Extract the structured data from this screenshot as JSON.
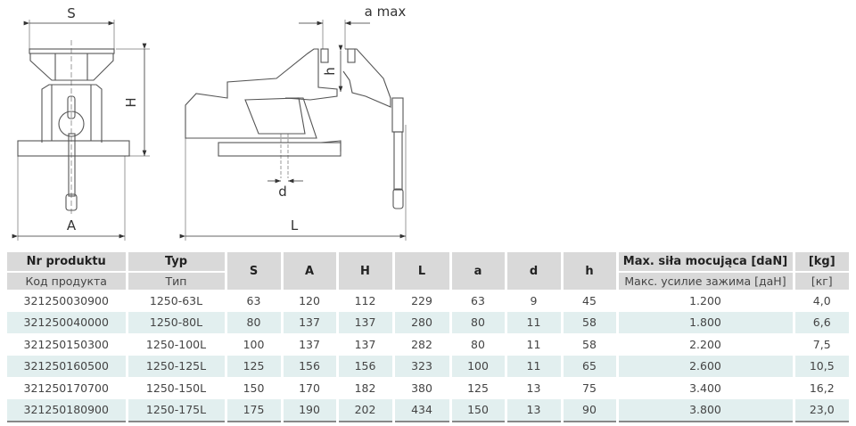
{
  "drawing": {
    "labels": {
      "S": "S",
      "A": "A",
      "H": "H",
      "L": "L",
      "a_max": "a max",
      "h": "h",
      "d": "d"
    }
  },
  "table": {
    "headers": [
      {
        "key": "nr",
        "main": "Nr produktu",
        "sub": "Код продукта"
      },
      {
        "key": "typ",
        "main": "Typ",
        "sub": "Тип"
      },
      {
        "key": "S",
        "main": "S"
      },
      {
        "key": "A",
        "main": "A"
      },
      {
        "key": "H",
        "main": "H"
      },
      {
        "key": "L",
        "main": "L"
      },
      {
        "key": "a",
        "main": "a"
      },
      {
        "key": "d",
        "main": "d"
      },
      {
        "key": "h",
        "main": "h"
      },
      {
        "key": "force",
        "main": "Max. siła mocująca [daN]",
        "sub": "Макс. усилие зажима [даН]"
      },
      {
        "key": "kg",
        "main": "[kg]",
        "sub": "[кг]"
      }
    ],
    "rows": [
      [
        "321250030900",
        "1250-63L",
        "63",
        "120",
        "112",
        "229",
        "63",
        "9",
        "45",
        "1.200",
        "4,0"
      ],
      [
        "321250040000",
        "1250-80L",
        "80",
        "137",
        "137",
        "280",
        "80",
        "11",
        "58",
        "1.800",
        "6,6"
      ],
      [
        "321250150300",
        "1250-100L",
        "100",
        "137",
        "137",
        "282",
        "80",
        "11",
        "58",
        "2.200",
        "7,5"
      ],
      [
        "321250160500",
        "1250-125L",
        "125",
        "156",
        "156",
        "323",
        "100",
        "11",
        "65",
        "2.600",
        "10,5"
      ],
      [
        "321250170700",
        "1250-150L",
        "150",
        "170",
        "182",
        "380",
        "125",
        "13",
        "75",
        "3.400",
        "16,2"
      ],
      [
        "321250180900",
        "1250-175L",
        "175",
        "190",
        "202",
        "434",
        "150",
        "13",
        "90",
        "3.800",
        "23,0"
      ]
    ]
  }
}
